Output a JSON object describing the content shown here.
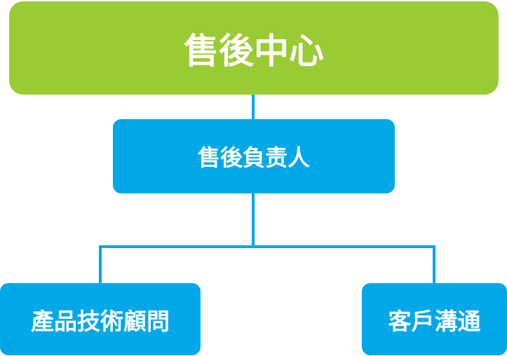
{
  "diagram": {
    "root": {
      "label": "售後中心"
    },
    "manager": {
      "label": "售後負责人"
    },
    "children": [
      {
        "label": "產品技術顧問"
      },
      {
        "label": "客戶溝通"
      }
    ]
  },
  "colors": {
    "root_fill": "#9acb34",
    "node_fill": "#00a8e8",
    "connector": "#00a8e8",
    "text": "#ffffff"
  }
}
